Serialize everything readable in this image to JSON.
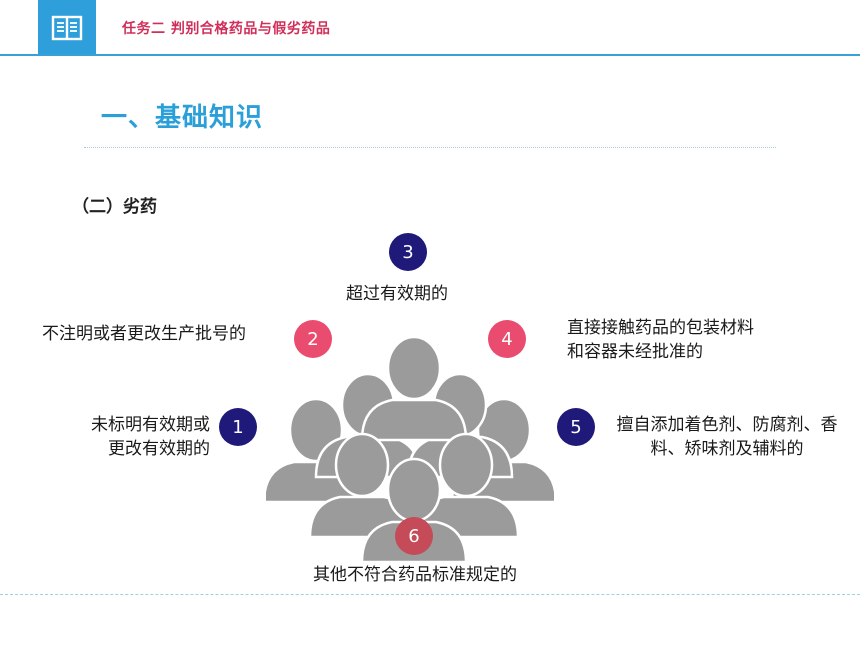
{
  "header": {
    "title": "任务二  判别合格药品与假劣药品",
    "icon": "open-book-icon",
    "accent_color": "#2f9fdb",
    "title_color": "#d12f5b"
  },
  "section": {
    "title": "一、基础知识",
    "subtitle": "（二）劣药"
  },
  "items": [
    {
      "number": "1",
      "lines": [
        "未标明有效期或",
        "更改有效期的"
      ],
      "color": "#1f1a7a"
    },
    {
      "number": "2",
      "lines": [
        "不注明或者更改生产批号的"
      ],
      "color": "#ea4c6f"
    },
    {
      "number": "3",
      "lines": [
        "超过有效期的"
      ],
      "color": "#1f1a7a"
    },
    {
      "number": "4",
      "lines": [
        "直接接触药品的包装材料",
        "和容器未经批准的"
      ],
      "color": "#ea4c6f"
    },
    {
      "number": "5",
      "lines": [
        "擅自添加着色剂、防腐剂、香",
        "料、矫味剂及辅料的"
      ],
      "color": "#1f1a7a"
    },
    {
      "number": "6",
      "lines": [
        "其他不符合药品标准规定的"
      ],
      "color": "#c44b57"
    }
  ],
  "illustration": {
    "icon": "crowd-people-icon",
    "color": "#9b9b9b"
  }
}
